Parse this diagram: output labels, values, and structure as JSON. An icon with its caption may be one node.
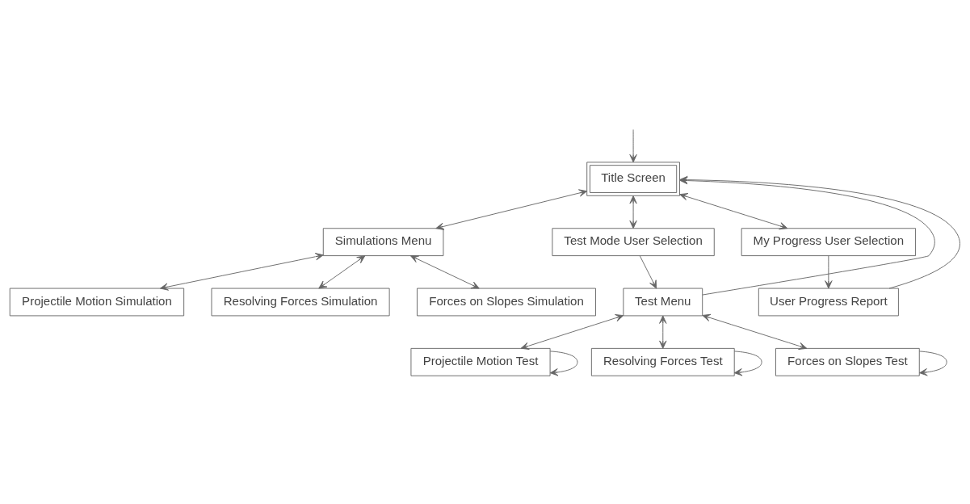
{
  "diagram": {
    "nodes": [
      {
        "text": [
          "Title Screen"
        ]
      },
      {
        "text": [
          "Simulations Menu"
        ]
      },
      {
        "text": [
          "Test Mode User Selection"
        ]
      },
      {
        "text": [
          "My Progress User Selection"
        ]
      },
      {
        "text": [
          "Projectile Motion Simulation"
        ]
      },
      {
        "text": [
          "Resolving Forces Simulation"
        ]
      },
      {
        "text": [
          "Forces on Slopes Simulation"
        ]
      },
      {
        "text": [
          "Test Menu"
        ]
      },
      {
        "text": [
          "User Progress Report"
        ]
      },
      {
        "text": [
          "Projectile Motion Test"
        ]
      },
      {
        "text": [
          "Resolving Forces Test"
        ]
      },
      {
        "text": [
          "Forces on Slopes Test"
        ]
      }
    ],
    "edges": [
      {
        "from": null,
        "to": 0,
        "arrow": "to"
      },
      {
        "from": 0,
        "to": 1,
        "arrow": "both"
      },
      {
        "from": 0,
        "to": 2,
        "arrow": "both"
      },
      {
        "from": 0,
        "to": 3,
        "arrow": "both"
      },
      {
        "from": 2,
        "to": 7,
        "arrow": "to"
      },
      {
        "from": 7,
        "to": 0,
        "arrow": "to"
      },
      {
        "from": 3,
        "to": 8,
        "arrow": "to"
      },
      {
        "from": 8,
        "to": 0,
        "arrow": "to"
      },
      {
        "from": 1,
        "to": 4,
        "arrow": "both"
      },
      {
        "from": 1,
        "to": 5,
        "arrow": "both"
      },
      {
        "from": 1,
        "to": 6,
        "arrow": "both"
      },
      {
        "from": 7,
        "to": 9,
        "arrow": "both"
      },
      {
        "from": 7,
        "to": 10,
        "arrow": "both"
      },
      {
        "from": 7,
        "to": 11,
        "arrow": "both"
      },
      {
        "from": 9,
        "to": 9,
        "arrow": "to"
      },
      {
        "from": 10,
        "to": 10,
        "arrow": "to"
      },
      {
        "from": 11,
        "to": 11,
        "arrow": "to"
      }
    ]
  }
}
